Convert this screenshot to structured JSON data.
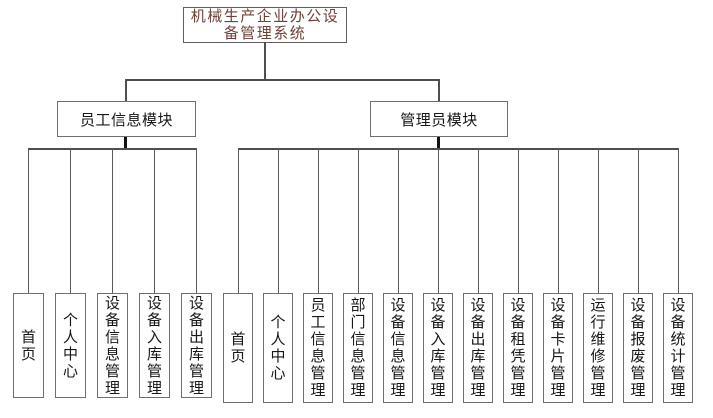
{
  "diagram": {
    "title": "机械生产企业办公设备管理系统",
    "left_module": {
      "label": "员工信息模块",
      "children": [
        "首页",
        "个人中心",
        "设备信息管理",
        "设备入库管理",
        "设备出库管理"
      ]
    },
    "right_module": {
      "label": "管理员模块",
      "children": [
        "首页",
        "个人中心",
        "员工信息管理",
        "部门信息管理",
        "设备信息管理",
        "设备入库管理",
        "设备出库管理",
        "设备租凭管理",
        "设备卡片管理",
        "运行维修管理",
        "设备报废管理",
        "设备统计管理"
      ]
    },
    "colors": {
      "title_text": "#6f4238",
      "node_text": "#171717",
      "box_border": "#6e6e6e",
      "connector": "#4f4f4f",
      "background": "#ffffff"
    }
  }
}
